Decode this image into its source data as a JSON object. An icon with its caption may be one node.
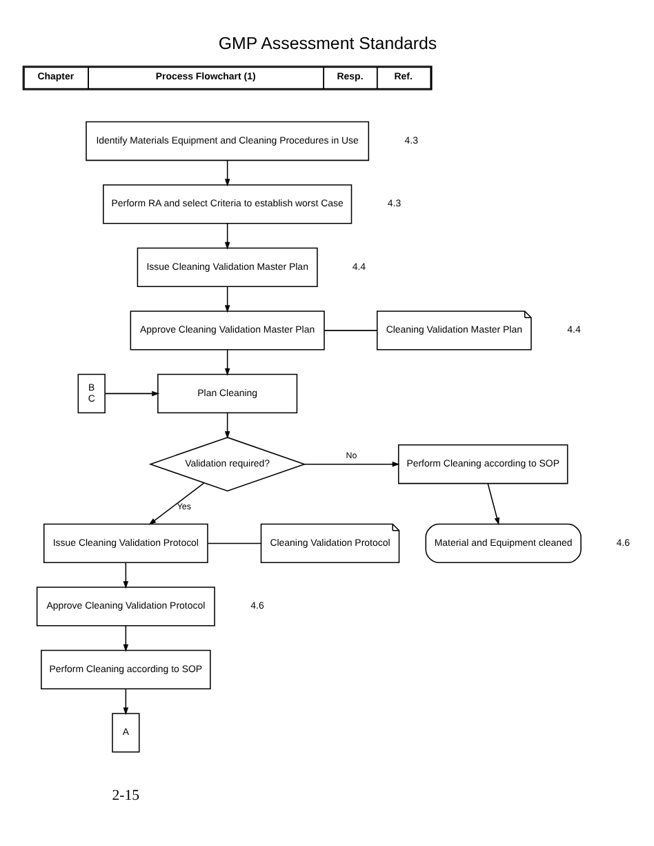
{
  "diagram": {
    "title": "GMP Assessment Standards",
    "nodes": [
      {
        "text": [
          "Identify Materials Equipment and Cleaning Procedures in Use"
        ]
      },
      {
        "text": [
          "Perform RA and select Criteria to establish worst Case"
        ]
      },
      {
        "text": [
          "Issue Cleaning Validation Master Plan"
        ]
      },
      {
        "text": [
          "Approve Cleaning Validation Master Plan"
        ]
      },
      {
        "text": [
          "Cleaning Validation Master Plan"
        ]
      },
      {
        "text": [
          "B",
          "C"
        ]
      },
      {
        "text": [
          "Plan Cleaning"
        ]
      },
      {
        "text": [
          "Validation required?"
        ]
      },
      {
        "text": [
          "Perform Cleaning according to SOP"
        ]
      },
      {
        "text": [
          "Material and Equipment cleaned"
        ]
      },
      {
        "text": [
          "Issue Cleaning Validation Protocol"
        ]
      },
      {
        "text": [
          "Cleaning Validation Protocol"
        ]
      },
      {
        "text": [
          "Approve Cleaning Validation Protocol"
        ]
      },
      {
        "text": [
          "Perform Cleaning according to SOP"
        ]
      },
      {
        "text": [
          "A"
        ]
      }
    ],
    "edges": [
      {
        "from": 0,
        "to": 1,
        "arrow": "to"
      },
      {
        "from": 1,
        "to": 2,
        "arrow": "to"
      },
      {
        "from": 2,
        "to": 3,
        "arrow": "to"
      },
      {
        "from": 3,
        "to": 4,
        "arrow": "none"
      },
      {
        "from": 3,
        "to": 6,
        "arrow": "to"
      },
      {
        "from": 5,
        "to": 6,
        "arrow": "to"
      },
      {
        "from": 6,
        "to": 7,
        "arrow": "to"
      },
      {
        "from": 7,
        "to": 8,
        "arrow": "to",
        "label": "No"
      },
      {
        "from": 8,
        "to": 9,
        "arrow": "to"
      },
      {
        "from": 7,
        "to": 10,
        "arrow": "to",
        "label": "Yes"
      },
      {
        "from": 10,
        "to": 11,
        "arrow": "none"
      },
      {
        "from": 10,
        "to": 12,
        "arrow": "to"
      },
      {
        "from": 12,
        "to": 13,
        "arrow": "to"
      },
      {
        "from": 13,
        "to": 14,
        "arrow": "to"
      }
    ],
    "labels": [
      "Chapter",
      "Process Flowchart (1)",
      "Resp.",
      "Ref.",
      "4.3",
      "4.3",
      "4.4",
      "4.4",
      "4.6",
      "4.6",
      "2-15"
    ]
  }
}
